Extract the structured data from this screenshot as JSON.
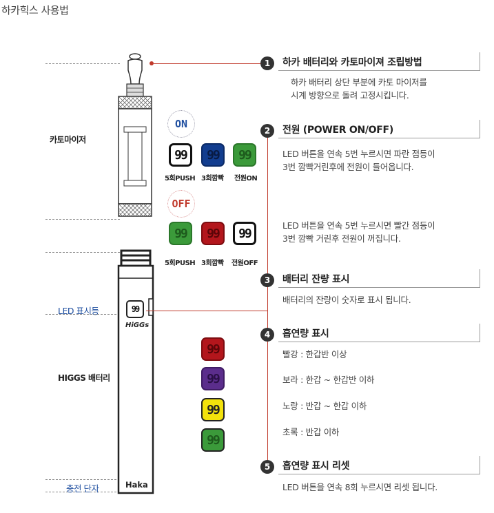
{
  "page_title": "하카힉스 사용법",
  "side_labels": {
    "cartomizer": "카토마이저",
    "led": "LED 표시등",
    "battery": "HIGGS 배터리",
    "charge": "충전 단자"
  },
  "device": {
    "brand": "HiGGs",
    "bottom": "Haka",
    "digits": "99"
  },
  "sections": [
    {
      "num": "1",
      "title": "하카 배터리와 카토마이져 조립방법",
      "lines": [
        "하카 배터리 상단 부분에 카토 마이저를",
        "시계 방향으로 돌려 고정시킵니다."
      ]
    },
    {
      "num": "2",
      "title": "전원 (POWER ON/OFF)",
      "on_lines": [
        "LED 버튼을 연속 5번 누르시면 파란 점등이",
        "3번 깜빡거린후에 전원이 들어옵니다."
      ],
      "off_lines": [
        "LED 버튼을 연속 5번 누르시면 빨간 점등이",
        "3번 깜빡 거린후 전원이 꺼집니다."
      ]
    },
    {
      "num": "3",
      "title": "배터리 잔량 표시",
      "lines": [
        "배터리의 잔량이 숫자로 표시 됩니다."
      ]
    },
    {
      "num": "4",
      "title": "흡연량 표시",
      "lines": [
        "빨강 : 한갑반 이상",
        "보라 : 한갑 ~ 한갑반 이하",
        "노랑 : 반갑 ~ 한갑 이하",
        "초록 : 반갑 이하"
      ]
    },
    {
      "num": "5",
      "title": "흡연량 표시 리셋",
      "lines": [
        "LED 버튼을 연속 8회 누르시면 리셋 됩니다."
      ]
    }
  ],
  "power": {
    "on_label": "ON",
    "off_label": "OFF",
    "on_captions": [
      "5회PUSH",
      "3회깜빡",
      "전원ON"
    ],
    "off_captions": [
      "5회PUSH",
      "3회깜빡",
      "전원OFF"
    ],
    "digits": "99"
  },
  "colors": {
    "red": "#b3161c",
    "blue": "#123d8f",
    "green": "#3b9a3a",
    "purple": "#5b2d8c",
    "yellow": "#f3e20c",
    "on_text": "#1f4fa0",
    "off_text": "#c0392b",
    "marker": "#c0392b"
  }
}
